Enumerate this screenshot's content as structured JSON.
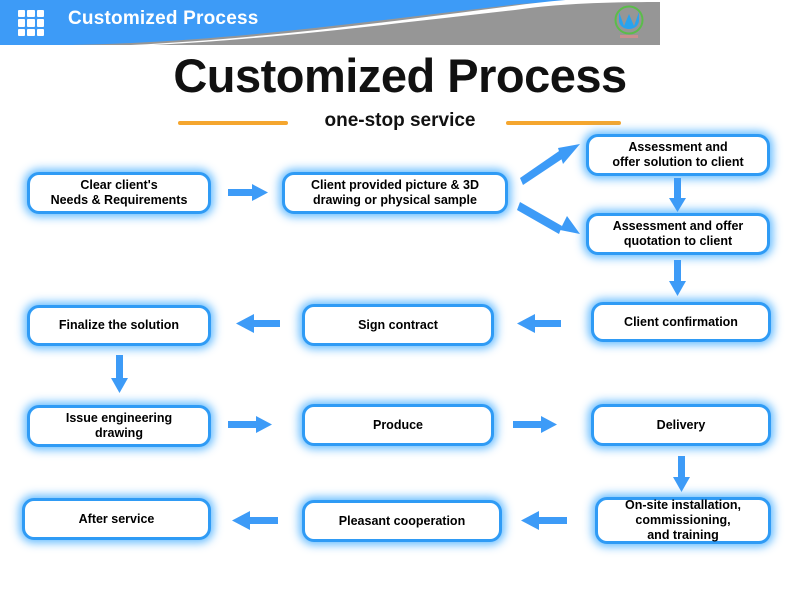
{
  "header": {
    "title": "Customized Process",
    "grid_icon": "grid-menu-icon",
    "logo_icon": "company-logo-icon",
    "bg_color": "#3d9bf7",
    "band_color": "#969696"
  },
  "title_block": {
    "title": "Customized Process",
    "subtitle": "one-stop service",
    "rule_color": "#f5a62e"
  },
  "diagram": {
    "node_border_color": "#2f9bf5",
    "arrow_color": "#3d9bf7",
    "nodes": [
      {
        "id": "clear-needs",
        "label": "Clear client's\nNeeds & Requirements"
      },
      {
        "id": "client-provided",
        "label": "Client provided picture & 3D\ndrawing or physical sample"
      },
      {
        "id": "assessment-solution",
        "label": "Assessment and\noffer solution to client"
      },
      {
        "id": "assessment-quotation",
        "label": "Assessment and offer\nquotation to client"
      },
      {
        "id": "client-confirmation",
        "label": "Client confirmation"
      },
      {
        "id": "sign-contract",
        "label": "Sign contract"
      },
      {
        "id": "finalize-solution",
        "label": "Finalize the solution"
      },
      {
        "id": "issue-drawing",
        "label": "Issue engineering\ndrawing"
      },
      {
        "id": "produce",
        "label": "Produce"
      },
      {
        "id": "delivery",
        "label": "Delivery"
      },
      {
        "id": "onsite-installation",
        "label": "On-site installation,\ncommissioning,\nand training"
      },
      {
        "id": "pleasant-cooperation",
        "label": "Pleasant cooperation"
      },
      {
        "id": "after-service",
        "label": "After service"
      }
    ],
    "connectors": [
      {
        "id": "clear-needs-to-client-provided",
        "direction": "right"
      },
      {
        "id": "client-provided-to-assessment-solution",
        "direction": "up-right"
      },
      {
        "id": "client-provided-to-assessment-quotation",
        "direction": "down-right"
      },
      {
        "id": "assessment-solution-to-quotation",
        "direction": "down"
      },
      {
        "id": "assessment-quotation-to-confirmation",
        "direction": "down"
      },
      {
        "id": "confirmation-to-sign-contract",
        "direction": "left"
      },
      {
        "id": "sign-contract-to-finalize",
        "direction": "left"
      },
      {
        "id": "finalize-to-issue-drawing",
        "direction": "down"
      },
      {
        "id": "issue-drawing-to-produce",
        "direction": "right"
      },
      {
        "id": "produce-to-delivery",
        "direction": "right"
      },
      {
        "id": "delivery-to-onsite",
        "direction": "down"
      },
      {
        "id": "onsite-to-cooperation",
        "direction": "left"
      },
      {
        "id": "cooperation-to-after-service",
        "direction": "left"
      }
    ]
  }
}
